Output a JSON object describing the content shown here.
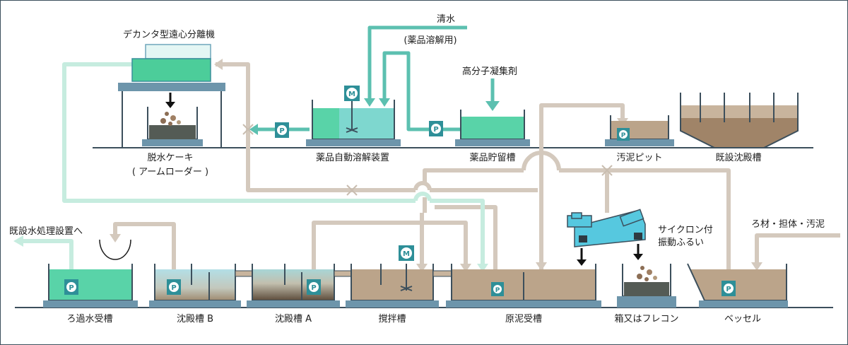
{
  "labels": {
    "decanter": "デカンタ型遠心分離機",
    "dehydrated_cake": "脱水ケーキ",
    "arm_loader": "( アームローダー )",
    "clean_water": "清水",
    "for_chem": "(薬品溶解用)",
    "polymer": "高分子凝集剤",
    "auto_dissolver": "薬品自動溶解装置",
    "chem_storage": "薬品貯留槽",
    "sludge_pit": "汚泥ピット",
    "existing_settler": "既設沈殿槽",
    "to_existing_treatment": "既設水処理設置へ",
    "filtrate_tank": "ろ過水受槽",
    "settling_b": "沈殿槽 B",
    "settling_a": "沈殿槽 A",
    "mixing_tank": "撹拌槽",
    "raw_sludge_tank": "原泥受槽",
    "cyclone_1": "サイクロン付",
    "cyclone_2": "振動ふるい",
    "box_flexcon": "箱又はフレコン",
    "vessel": "ベッセル",
    "filter_media": "ろ材・担体・汚泥"
  },
  "symbols": {
    "pump": "P",
    "motor": "M"
  },
  "colors": {
    "pipe_sludge": "#d4c9bd",
    "pipe_water": "#c6ecdf",
    "pipe_chem": "#5cc0b0",
    "tank_water": "#59d3a8",
    "tank_chem": "#7ed7cf",
    "sludge": "#bba48a",
    "base": "#6d95ab",
    "equip": "#56c8df"
  }
}
